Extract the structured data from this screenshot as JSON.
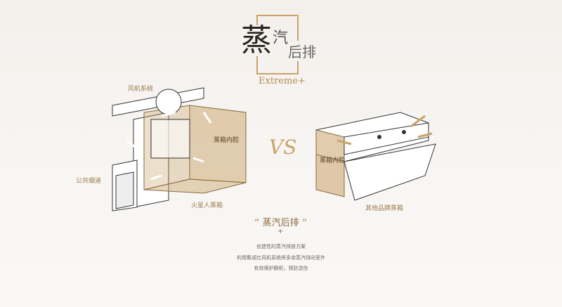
{
  "logo": {
    "main_char": "蒸",
    "char2": "汽",
    "chars34": "后排",
    "subtitle": "Extreme+"
  },
  "labels": {
    "fan_system": "风机系统",
    "public_flue": "公共烟道",
    "steam_cavity_left": "蒸箱内腔",
    "product_left": "火星人蒸箱",
    "vs": "VS",
    "steam_cavity_right": "蒸箱内腔",
    "product_right": "其他品牌蒸箱"
  },
  "feature": {
    "open_quote": "“",
    "title": "蒸汽后排",
    "close_quote": "”",
    "plus": "+",
    "lines": [
      "创造性的蒸汽排放方案",
      "利用集成灶风机系统将多余蒸汽排向室外",
      "有效保护橱柜，预防烫伤"
    ]
  },
  "colors": {
    "gold": "#c9a36a",
    "box_fill": "#c9a36a"
  }
}
